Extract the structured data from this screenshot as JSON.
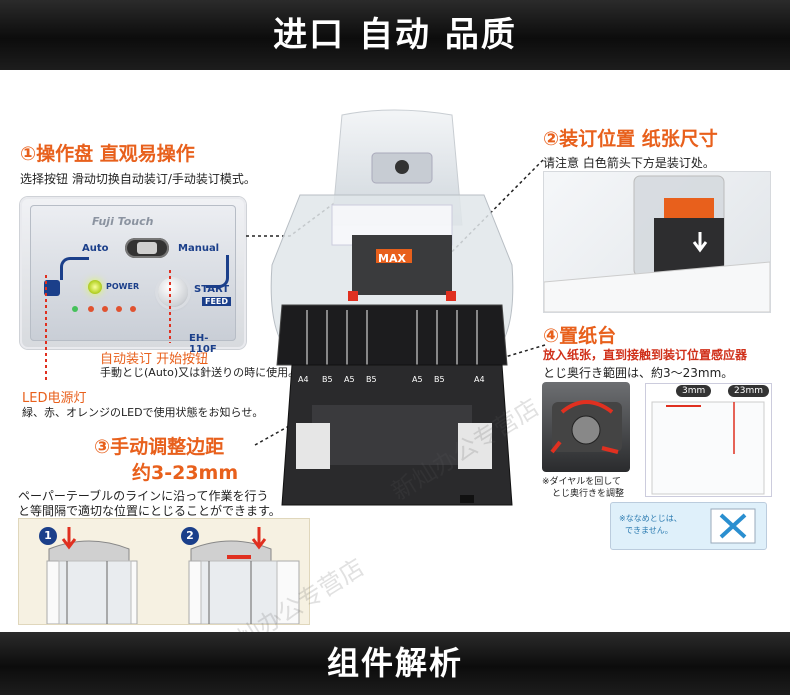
{
  "banners": {
    "top": "进口 自动 品质",
    "bottom": "组件解析"
  },
  "section1": {
    "title": "①操作盘 直观易操作",
    "desc": "选择按钮 滑动切换自动装订/手动装订模式。",
    "panel": {
      "logo": "Fuji Touch",
      "auto": "Auto",
      "manual": "Manual",
      "power": "POWER",
      "start": "START",
      "feed": "FEED",
      "model": "EH-110F"
    }
  },
  "callout_auto": {
    "title": "自动装订 开始按钮",
    "desc": "手動とじ(Auto)又は針送りの時に使用。"
  },
  "callout_led": {
    "title": "LED电源灯",
    "desc": "緑、赤、オレンジのLEDで使用状態をお知らせ。"
  },
  "section3": {
    "title_line1": "③手动调整边距",
    "title_line2": "约3-23mm",
    "desc_line1": "ペーパーテーブルのラインに沿って作業を行う",
    "desc_line2": "と等間隔で適切な位置にとじることができます。",
    "steps": [
      "1",
      "2"
    ]
  },
  "section2": {
    "title": "②装订位置 纸张尺寸",
    "desc": "请注意 白色箭头下方是装订处。"
  },
  "section4": {
    "title": "④置纸台",
    "desc_red": "放入纸张，直到接触到装订位置感应器",
    "desc": "とじ奥行き範囲は、約3～23mm。",
    "dim_3": "3mm",
    "dim_23": "23mm",
    "dial_note_line1": "※ダイヤルを回して",
    "dial_note_line2": "とじ奥行きを調整",
    "bad_note_line1": "※ななめとじは、",
    "bad_note_line2": "できません。"
  },
  "device": {
    "brand": "MAX",
    "paper_marks": [
      "A4",
      "B5",
      "A5",
      "B5",
      "A5",
      "B5",
      "A4"
    ]
  },
  "watermark": "新灿办公专营店",
  "colors": {
    "accent": "#e8601c",
    "red_text": "#d0301a",
    "panel_blue": "#1b3f8a"
  }
}
